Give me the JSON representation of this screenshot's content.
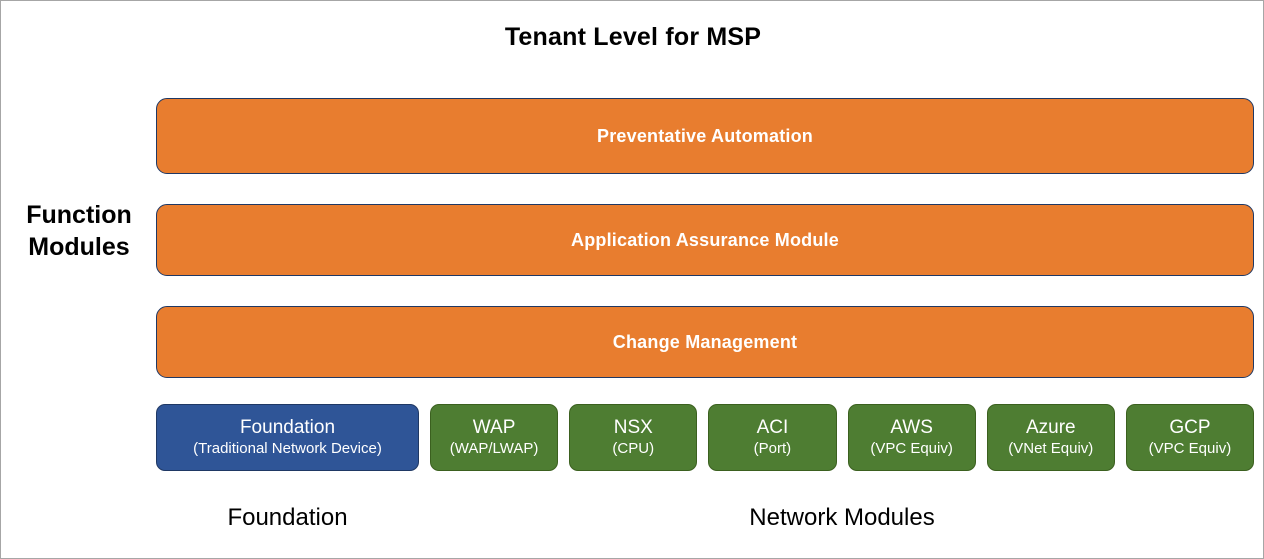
{
  "diagram": {
    "title": "Tenant Level for MSP",
    "colors": {
      "background": "#FFFFFF",
      "function_bar_fill": "#E87D2F",
      "function_bar_border": "#1F3864",
      "foundation_fill": "#2F5597",
      "foundation_border": "#1F3864",
      "network_fill": "#4E7D32",
      "network_border": "#3B601F",
      "text_on_shape": "#FFFFFF",
      "text_default": "#000000",
      "page_border": "#A6A6A6"
    },
    "side_label": {
      "line1": "Function",
      "line2": "Modules"
    },
    "function_modules": [
      {
        "id": "preventative-automation",
        "label": "Preventative Automation"
      },
      {
        "id": "application-assurance",
        "label": "Application Assurance Module"
      },
      {
        "id": "change-management",
        "label": "Change Management"
      }
    ],
    "foundation_module": {
      "id": "foundation",
      "title": "Foundation",
      "subtitle": "(Traditional Network Device)"
    },
    "network_modules": [
      {
        "id": "wap",
        "title": "WAP",
        "subtitle": "(WAP/LWAP)"
      },
      {
        "id": "nsx",
        "title": "NSX",
        "subtitle": "(CPU)"
      },
      {
        "id": "aci",
        "title": "ACI",
        "subtitle": "(Port)"
      },
      {
        "id": "aws",
        "title": "AWS",
        "subtitle": "(VPC Equiv)"
      },
      {
        "id": "azure",
        "title": "Azure",
        "subtitle": "(VNet Equiv)"
      },
      {
        "id": "gcp",
        "title": "GCP",
        "subtitle": "(VPC Equiv)"
      }
    ],
    "bottom_labels": {
      "foundation": "Foundation",
      "network_modules": "Network Modules"
    }
  }
}
